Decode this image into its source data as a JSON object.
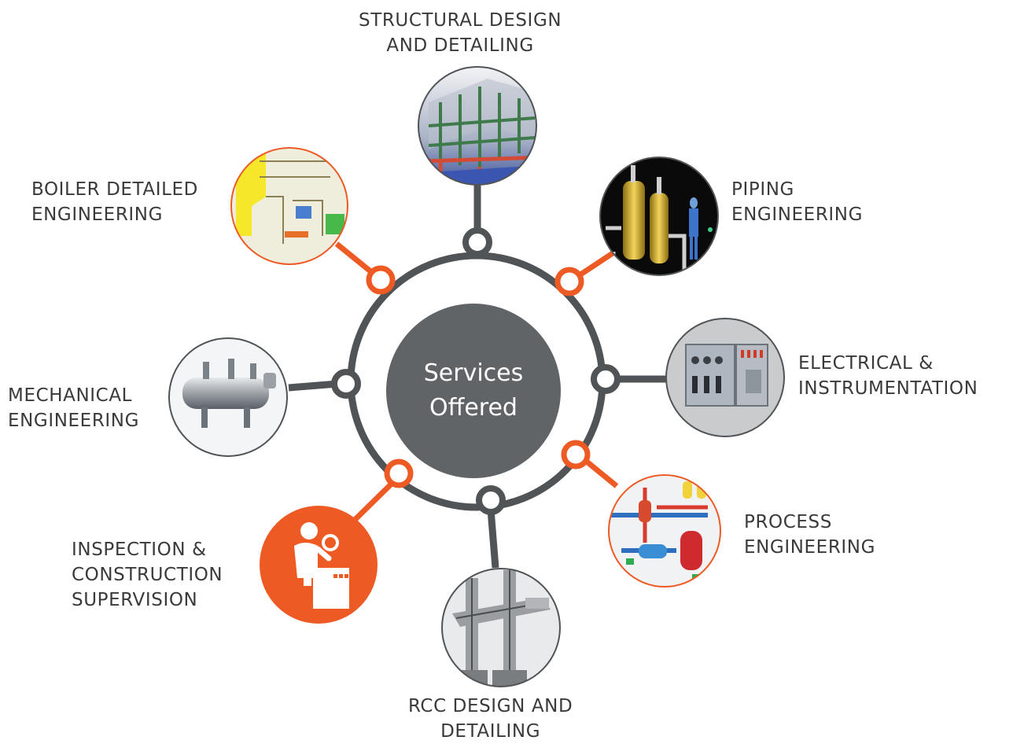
{
  "diagram": {
    "center": {
      "line1": "Services",
      "line2": "Offered"
    },
    "colors": {
      "ring": "#505456",
      "accent": "#EE5A24",
      "hub": "#616466",
      "text": "#3a3a3a"
    },
    "services": [
      {
        "id": "structural",
        "line1": "STRUCTURAL DESIGN",
        "line2": "AND DETAILING",
        "line3": "",
        "icon": "steel-frame-icon",
        "highlight": false
      },
      {
        "id": "piping",
        "line1": "PIPING",
        "line2": "ENGINEERING",
        "line3": "",
        "icon": "piping-vessels-icon",
        "highlight": true
      },
      {
        "id": "electrical",
        "line1": "ELECTRICAL &",
        "line2": "INSTRUMENTATION",
        "line3": "",
        "icon": "control-panel-icon",
        "highlight": false
      },
      {
        "id": "process",
        "line1": "PROCESS",
        "line2": "ENGINEERING",
        "line3": "",
        "icon": "process-flow-icon",
        "highlight": true
      },
      {
        "id": "rcc",
        "line1": "RCC DESIGN AND",
        "line2": "DETAILING",
        "line3": "",
        "icon": "rebar-structure-icon",
        "highlight": false
      },
      {
        "id": "inspection",
        "line1": "INSPECTION &",
        "line2": "CONSTRUCTION",
        "line3": "SUPERVISION",
        "icon": "inspector-icon",
        "highlight": true
      },
      {
        "id": "mechanical",
        "line1": "MECHANICAL",
        "line2": "ENGINEERING",
        "line3": "",
        "icon": "pressure-vessel-icon",
        "highlight": false
      },
      {
        "id": "boiler",
        "line1": "BOILER DETAILED",
        "line2": "ENGINEERING",
        "line3": "",
        "icon": "boiler-schematic-icon",
        "highlight": true
      }
    ]
  }
}
